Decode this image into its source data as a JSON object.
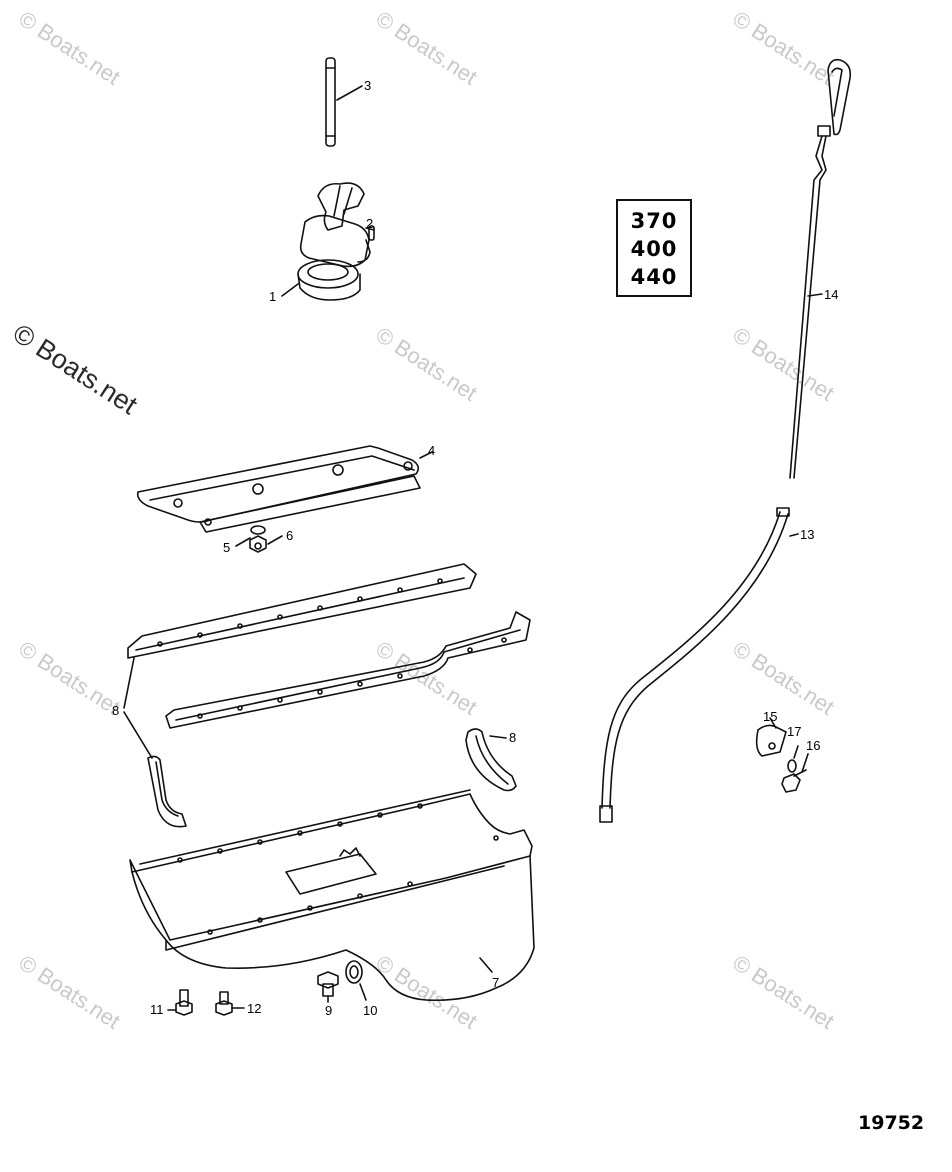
{
  "watermark_text": "© Boats.net",
  "model_box": [
    "370",
    "400",
    "440"
  ],
  "figure_number": "19752",
  "callouts": [
    "1",
    "2",
    "3",
    "4",
    "5",
    "6",
    "7",
    "8",
    "8",
    "9",
    "10",
    "11",
    "12",
    "13",
    "14",
    "15",
    "16",
    "17"
  ]
}
